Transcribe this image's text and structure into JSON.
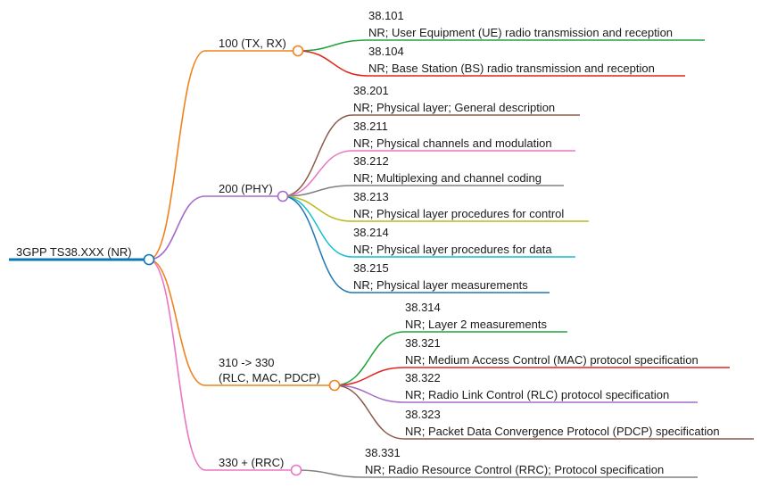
{
  "mindmap": {
    "root": {
      "label": "3GPP TS38.XXX (NR)",
      "color": "#0b77b8"
    },
    "branches": [
      {
        "label_lines": [
          "100 (TX, RX)"
        ],
        "color": "#f0821e",
        "children": [
          {
            "number": "38.101",
            "title": "NR; User Equipment (UE) radio transmission and reception",
            "color": "#20a33a"
          },
          {
            "number": "38.104",
            "title": "NR; Base Station (BS) radio transmission and reception",
            "color": "#e0261f"
          }
        ]
      },
      {
        "label_lines": [
          "200 (PHY)"
        ],
        "color": "#a56bc6",
        "children": [
          {
            "number": "38.201",
            "title": "NR; Physical layer; General description",
            "color": "#8c5a4a"
          },
          {
            "number": "38.211",
            "title": "NR; Physical channels and modulation",
            "color": "#ea76c2"
          },
          {
            "number": "38.212",
            "title": "NR; Multiplexing and channel coding",
            "color": "#808080"
          },
          {
            "number": "38.213",
            "title": "NR; Physical layer procedures for control",
            "color": "#bcbc22"
          },
          {
            "number": "38.214",
            "title": "NR; Physical layer procedures for data",
            "color": "#16bed0"
          },
          {
            "number": "38.215",
            "title": "NR; Physical layer measurements",
            "color": "#1f77b4"
          }
        ]
      },
      {
        "label_lines": [
          "310 -> 330",
          "(RLC, MAC, PDCP)"
        ],
        "color": "#f0821e",
        "children": [
          {
            "number": "38.314",
            "title": "NR; Layer 2 measurements",
            "color": "#20a33a"
          },
          {
            "number": "38.321",
            "title": "NR; Medium Access Control (MAC) protocol specification",
            "color": "#e0261f"
          },
          {
            "number": "38.322",
            "title": "NR; Radio Link Control (RLC) protocol specification",
            "color": "#a56bc6"
          },
          {
            "number": "38.323",
            "title": "NR; Packet Data Convergence Protocol (PDCP) specification",
            "color": "#8c5a4a"
          }
        ]
      },
      {
        "label_lines": [
          "330 + (RRC)"
        ],
        "color": "#ea76c2",
        "children": [
          {
            "number": "38.331",
            "title": "NR; Radio Resource Control (RRC); Protocol specification",
            "color": "#808080"
          }
        ]
      }
    ]
  }
}
